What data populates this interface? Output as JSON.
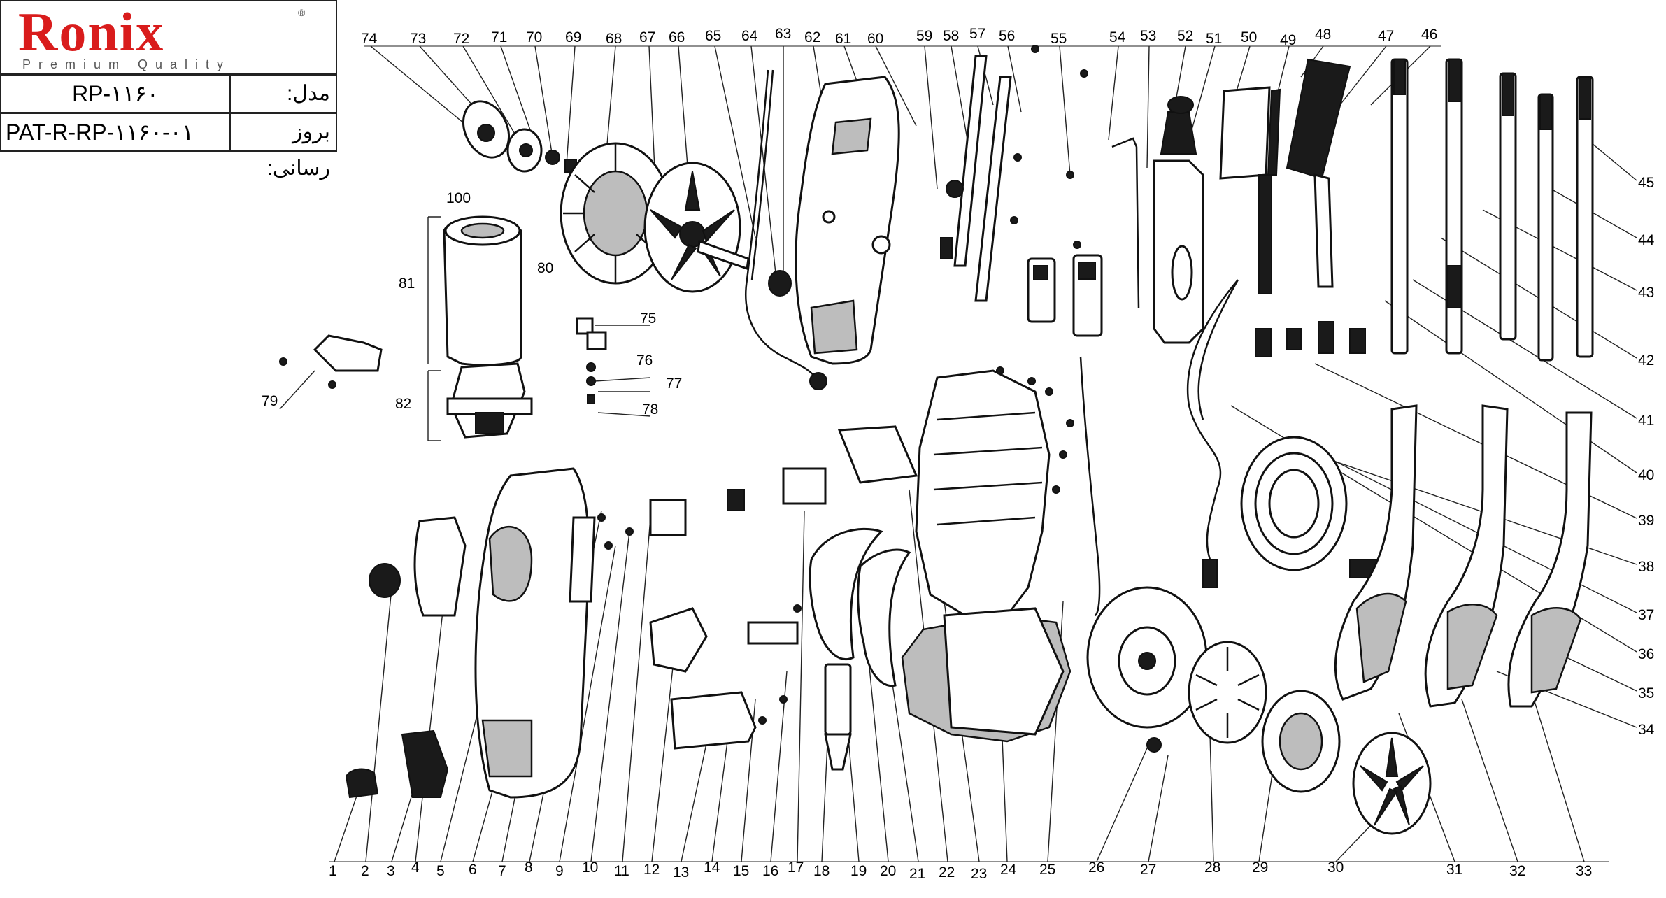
{
  "header": {
    "brand": "Ronix",
    "registered_mark": "®",
    "tagline": "Premium Quality",
    "model_label": "مدل:",
    "model_value": "RP-۱۱۶۰",
    "update_label": "بروز رسانی:",
    "update_value": "PAT-R-RP-۱۱۶۰-۰۱"
  },
  "diagram": {
    "part_numbers_bottom": [
      "1",
      "2",
      "3",
      "4",
      "5",
      "6",
      "7",
      "8",
      "9",
      "10",
      "11",
      "12",
      "13",
      "14",
      "15",
      "16",
      "17",
      "18",
      "19",
      "20",
      "21",
      "22",
      "23",
      "24",
      "25",
      "26",
      "27",
      "28",
      "29",
      "30",
      "31",
      "32",
      "33"
    ],
    "part_numbers_right": [
      "45",
      "44",
      "43",
      "42",
      "41",
      "40",
      "39",
      "38",
      "37",
      "36",
      "35",
      "34"
    ],
    "part_numbers_top": [
      "74",
      "73",
      "72",
      "71",
      "70",
      "69",
      "68",
      "67",
      "66",
      "65",
      "64",
      "63",
      "62",
      "61",
      "60",
      "59",
      "58",
      "57",
      "56",
      "55",
      "54",
      "53",
      "52",
      "51",
      "50",
      "49",
      "48",
      "47",
      "46"
    ],
    "part_numbers_motor": [
      "100",
      "81",
      "80",
      "82",
      "75",
      "76",
      "77",
      "78",
      "79"
    ]
  },
  "colors": {
    "brand": "#d91c1c",
    "line": "#111111"
  }
}
